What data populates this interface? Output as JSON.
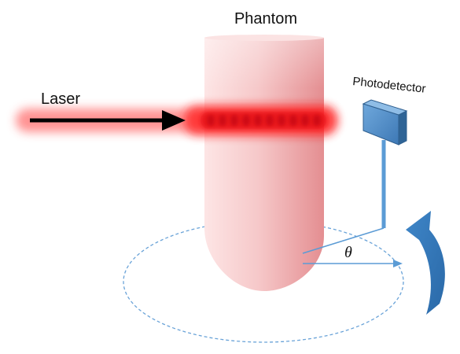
{
  "labels": {
    "phantom": "Phantom",
    "laser": "Laser",
    "photodetector": "Photodetector",
    "angle": "θ"
  },
  "colors": {
    "phantom_light": "#f8dcdc",
    "phantom_dark": "#eaa0a2",
    "laser_glow": "#ff2a2a",
    "laser_arrow": "#000000",
    "detector_blue": "#5b9bd5",
    "arrow_blue": "#2e75b6",
    "ellipse_line": "#5b9bd5"
  },
  "icons": {
    "detector": "photodetector-box-icon",
    "rotation": "curved-rotation-arrow-icon"
  }
}
